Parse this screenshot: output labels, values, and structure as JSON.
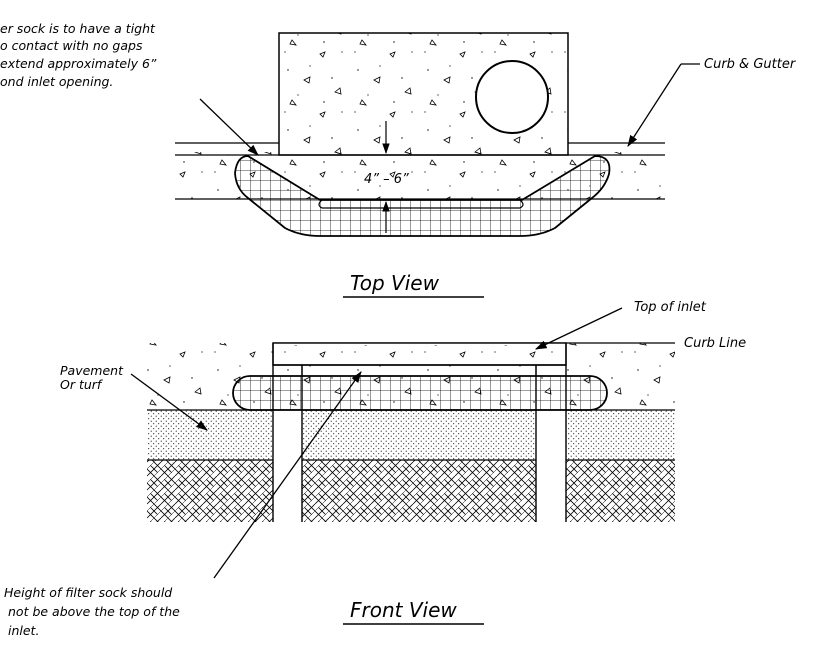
{
  "notes": {
    "sock_contact": {
      "line1": "er sock is to have a tight",
      "line2": "o contact with no gaps",
      "line3": "extend approximately 6”",
      "line4": "ond inlet opening."
    },
    "curb_gutter": "Curb & Gutter",
    "top_of_inlet": "Top of inlet",
    "curb_line": "Curb Line",
    "pavement": {
      "line1": "Pavement",
      "line2": "Or turf"
    },
    "height_note": {
      "line1": "Height of filter sock should",
      "line2": "not be above the top of the",
      "line3": "inlet."
    }
  },
  "dimension": {
    "label": "4” – 6”"
  },
  "titles": {
    "top_view": "Top View",
    "front_view": "Front View"
  }
}
